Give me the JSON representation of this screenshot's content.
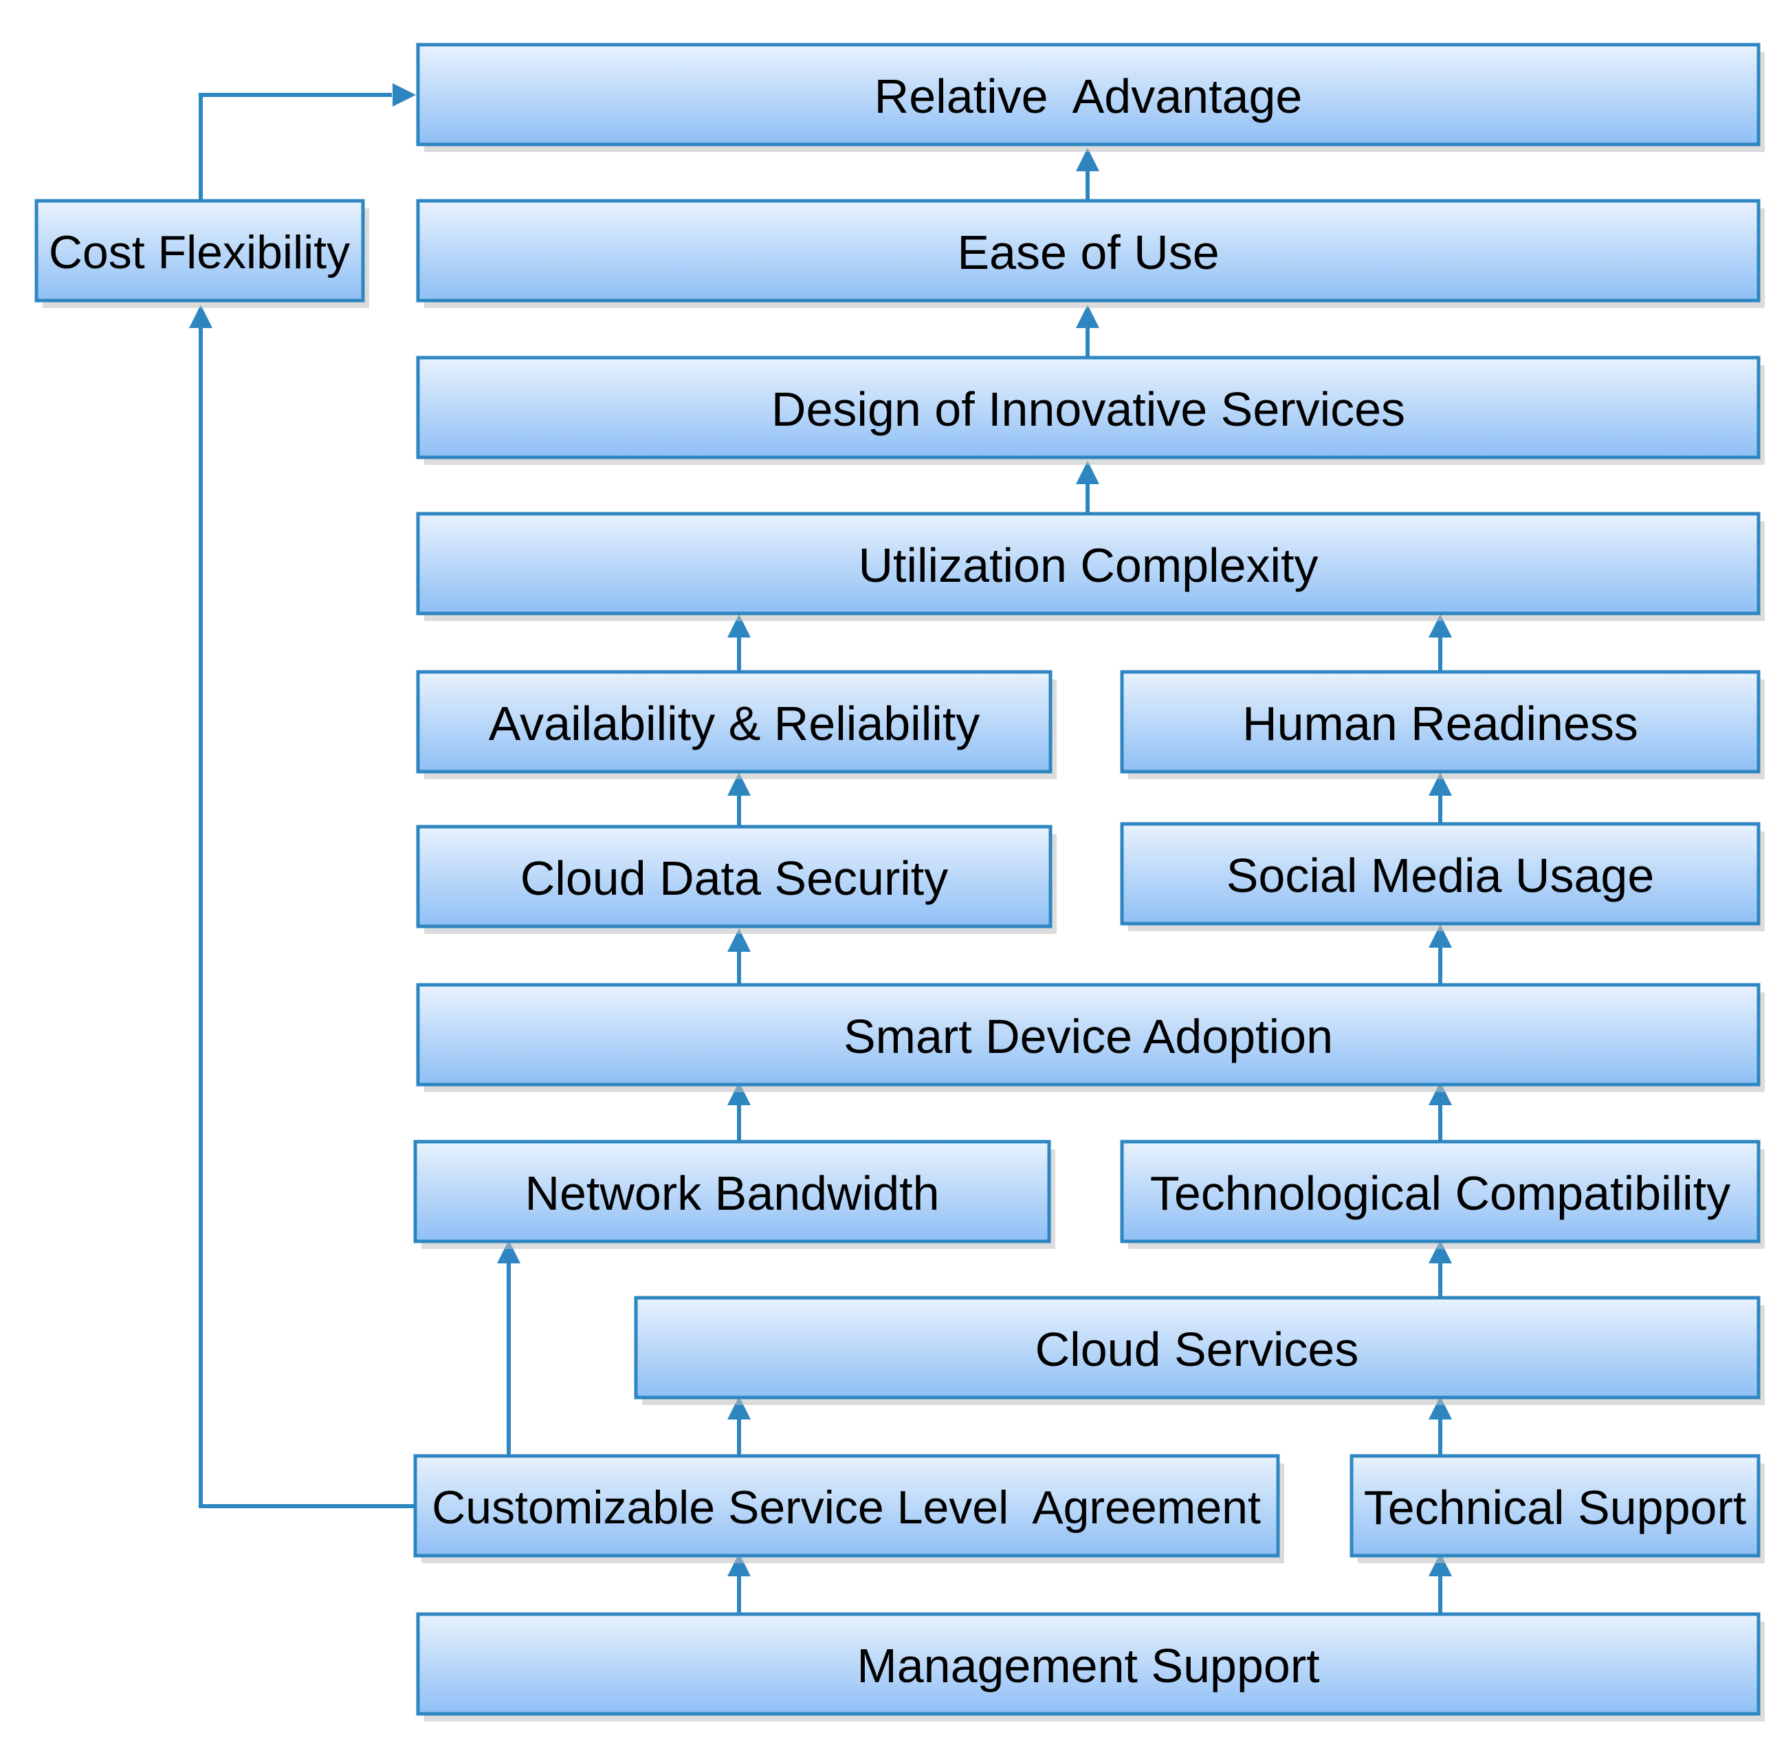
{
  "diagram": {
    "colors": {
      "box_gradient_top": "#e8f2fd",
      "box_gradient_bottom": "#8fbff5",
      "border": "#2e86c1",
      "arrow": "#2e86c1"
    },
    "boxes": {
      "relative_advantage": "Relative  Advantage",
      "cost_flexibility": "Cost Flexibility",
      "ease_of_use": "Ease of Use",
      "design_innovative_services": "Design of Innovative Services",
      "utilization_complexity": "Utilization Complexity",
      "availability_reliability": "Availability & Reliability",
      "human_readiness": "Human Readiness",
      "cloud_data_security": "Cloud Data Security",
      "social_media_usage": "Social Media Usage",
      "smart_device_adoption": "Smart Device Adoption",
      "network_bandwidth": "Network Bandwidth",
      "technological_compatibility": "Technological Compatibility",
      "cloud_services": "Cloud Services",
      "customizable_sla": "Customizable Service Level  Agreement",
      "technical_support": "Technical Support",
      "management_support": "Management Support"
    },
    "edges": [
      {
        "from": "management_support",
        "to": "customizable_sla"
      },
      {
        "from": "management_support",
        "to": "technical_support"
      },
      {
        "from": "customizable_sla",
        "to": "cloud_services"
      },
      {
        "from": "technical_support",
        "to": "cloud_services"
      },
      {
        "from": "customizable_sla",
        "to": "network_bandwidth"
      },
      {
        "from": "customizable_sla",
        "to": "cost_flexibility"
      },
      {
        "from": "cost_flexibility",
        "to": "relative_advantage"
      },
      {
        "from": "cloud_services",
        "to": "technological_compatibility"
      },
      {
        "from": "network_bandwidth",
        "to": "smart_device_adoption"
      },
      {
        "from": "technological_compatibility",
        "to": "smart_device_adoption"
      },
      {
        "from": "smart_device_adoption",
        "to": "cloud_data_security"
      },
      {
        "from": "smart_device_adoption",
        "to": "social_media_usage"
      },
      {
        "from": "cloud_data_security",
        "to": "availability_reliability"
      },
      {
        "from": "social_media_usage",
        "to": "human_readiness"
      },
      {
        "from": "availability_reliability",
        "to": "utilization_complexity"
      },
      {
        "from": "human_readiness",
        "to": "utilization_complexity"
      },
      {
        "from": "utilization_complexity",
        "to": "design_innovative_services"
      },
      {
        "from": "design_innovative_services",
        "to": "ease_of_use"
      },
      {
        "from": "ease_of_use",
        "to": "relative_advantage"
      }
    ]
  }
}
